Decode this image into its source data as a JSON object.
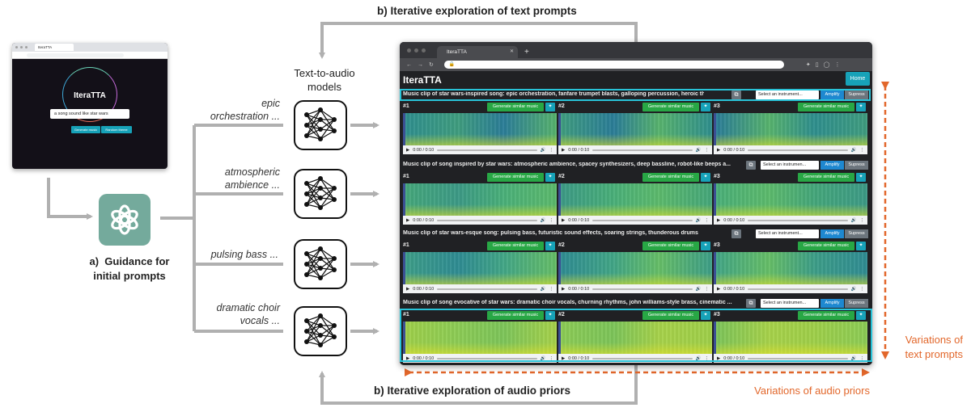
{
  "left_browser": {
    "tab_title": "IteraTTA",
    "app_title": "IteraTTA",
    "input_value": "a song sound like star wars",
    "generate_label": "Generate music",
    "random_label": "Random theme"
  },
  "guidance": {
    "tag": "a)",
    "line1": "Guidance for",
    "line2": "initial prompts"
  },
  "models_header": {
    "line1": "Text-to-audio",
    "line2": "models"
  },
  "prompts": [
    {
      "line1": "epic",
      "line2": "orchestration ..."
    },
    {
      "line1": "atmospheric",
      "line2": "ambience ..."
    },
    {
      "line1": "pulsing bass ...",
      "line2": ""
    },
    {
      "line1": "dramatic choir",
      "line2": "vocals ..."
    }
  ],
  "loop_text_label": "b) Iterative exploration of text prompts",
  "loop_audio_label": "b) Iterative exploration of audio priors",
  "variation_text": {
    "line1": "Variations of",
    "line2": "text prompts"
  },
  "variation_audio": "Variations of audio priors",
  "colors": {
    "cyan_highlight": "#29c3d8",
    "orange": "#e2672b",
    "gray_flow": "#b0b0b0",
    "openai_green": "#74aa9c"
  },
  "main_browser": {
    "tab_title": "IteraTTA",
    "app_title": "IteraTTA",
    "home_label": "Home",
    "select_label_full": "Select an instrument...",
    "select_label_short": "Select an instrumen...",
    "amplify_label": "Amplify",
    "supress_label": "Supress",
    "generate_similar_label": "Generate similar music",
    "time_label": "0:00 / 0:10",
    "clip_numbers": [
      "#1",
      "#2",
      "#3"
    ],
    "rows": [
      {
        "prompt": "Music clip of star wars-inspired song: epic orchestration, fanfare trumpet blasts, galloping percussion, heroic themes"
      },
      {
        "prompt": "Music clip of song inspired by star wars: atmospheric ambience, spacey synthesizers, deep bassline, robot-like beeps a..."
      },
      {
        "prompt": "Music clip of star wars-esque song: pulsing bass, futuristic sound effects, soaring strings, thunderous drums"
      },
      {
        "prompt": "Music clip of song evocative of star wars: dramatic choir vocals, churning rhythms, john williams-style brass, cinematic ..."
      }
    ]
  }
}
